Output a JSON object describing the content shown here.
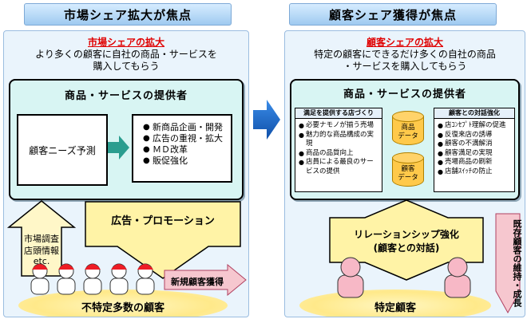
{
  "left": {
    "header": "市場シェア拡大が焦点",
    "focus_label": "市場シェアの拡大",
    "lead_line1": "より多くの顧客に自社の商品・サービスを",
    "lead_line2": "購入してもらう",
    "provider_title": "商品・サービスの提供者",
    "needs_label": "顧客ニーズ予測",
    "actions": [
      "新商品企画・開発",
      "広告の重視・拡大",
      "ＭＤ改革",
      "販促強化"
    ],
    "research_lines": [
      "市場調査",
      "店頭情報",
      "etc."
    ],
    "promotion_label": "広告・プロモーション",
    "new_customer_label": "新規顧客獲得",
    "audience_label": "不特定多数の顧客"
  },
  "right": {
    "header": "顧客シェア獲得が焦点",
    "focus_label": "顧客シェアの拡大",
    "lead_line1": "特定の顧客にできるだけ多くの自社の商品",
    "lead_line2": "・サービスを購入してもらう",
    "provider_title": "商品・サービスの提供者",
    "store_title": "満足を提供する店づくり",
    "store_items": [
      "必要ナモノが揃う売場",
      "魅力的な商品構成の実現",
      "商品の品質向上",
      "店員による最良のサービスの提供"
    ],
    "db_product": [
      "商品",
      "データ"
    ],
    "db_customer": [
      "顧客",
      "データ"
    ],
    "dialog_title": "顧客との対話強化",
    "dialog_items": [
      "店ｺﾝｾﾌﾟﾄ理解の促進",
      "反復来店の誘導",
      "顧客の不満解消",
      "顧客満足の実現",
      "売場商品の刷新",
      "店舗ｽｲｯﾁの防止"
    ],
    "relationship_line1": "リレーションシップ強化",
    "relationship_line2": "(顧客との対話)",
    "audience_label": "特定顧客",
    "retention_label": "既存顧客の維持・成長"
  },
  "colors": {
    "focus_red": "#e00000",
    "arrow_green": "#2a9d8f",
    "center_arrow_blue": "#1f6fd0",
    "promo_yellow": "#fff3a6",
    "new_customer_pink": "#f6c7cf"
  }
}
